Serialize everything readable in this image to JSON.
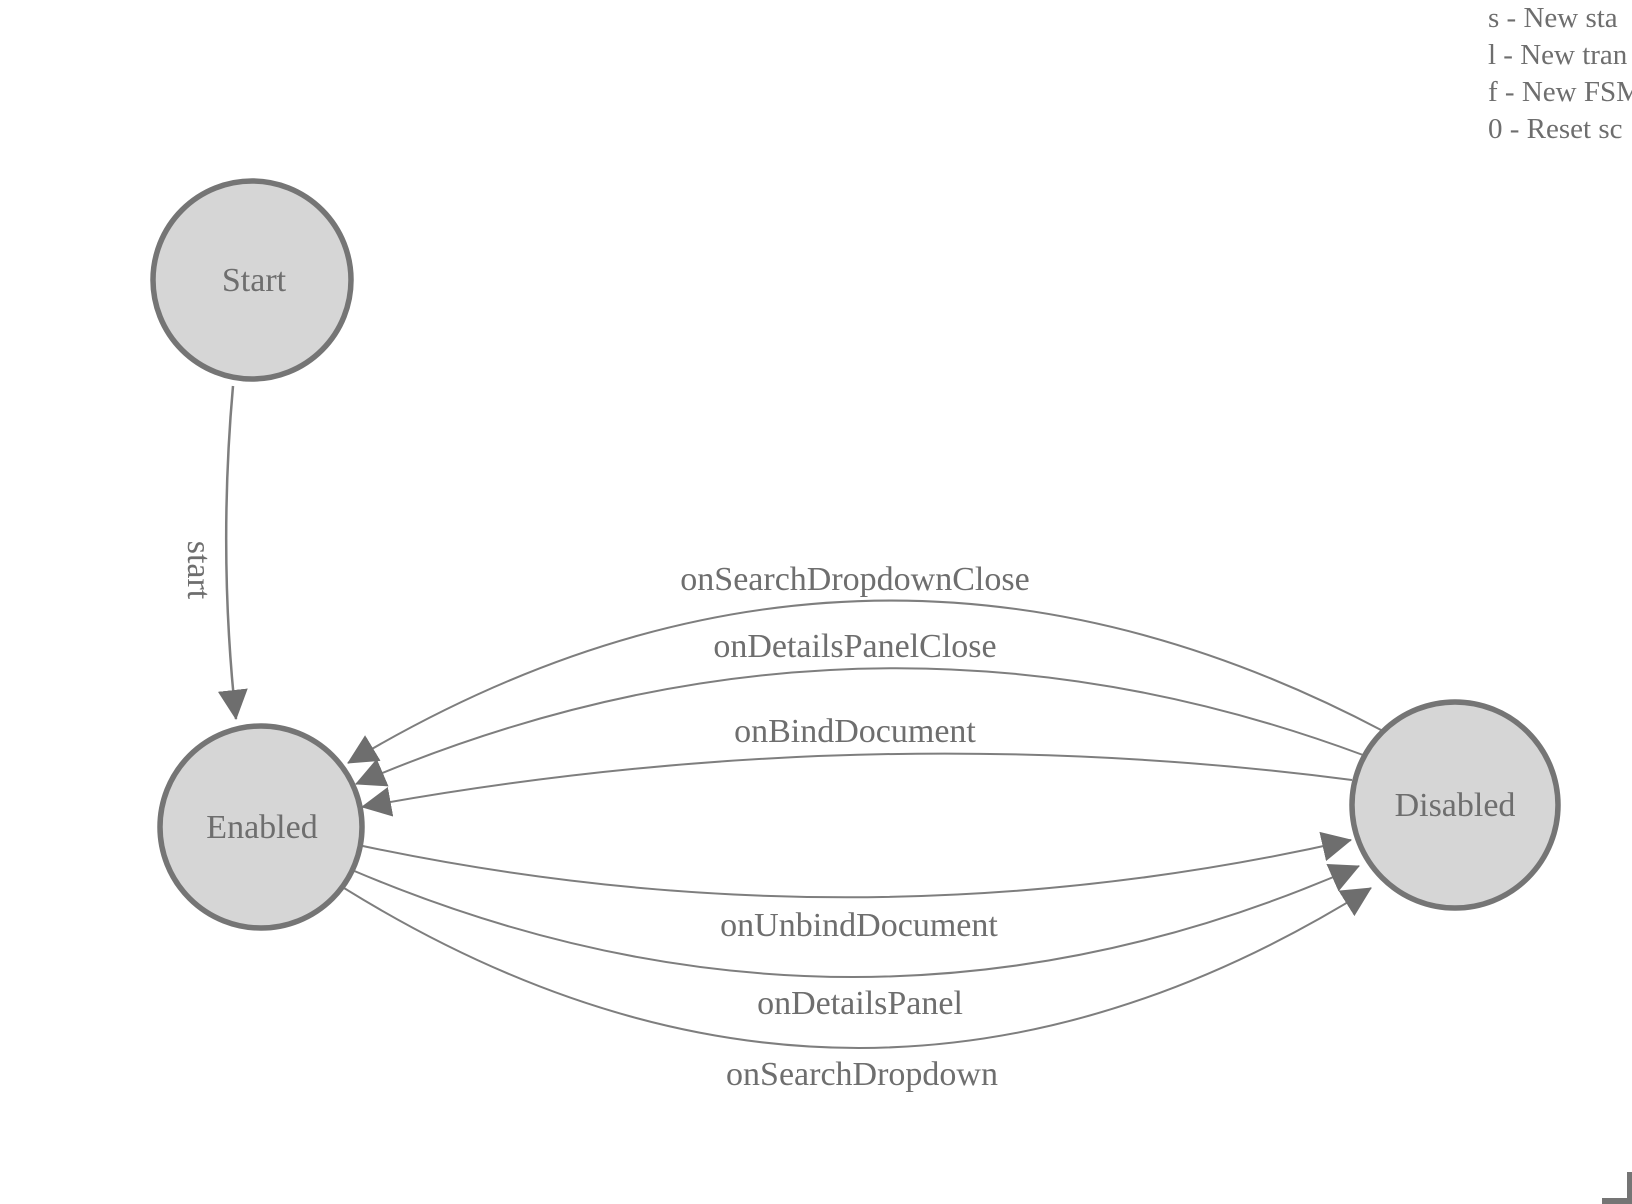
{
  "diagram": {
    "type": "finite-state-machine",
    "states": [
      {
        "label": "Start"
      },
      {
        "label": "Enabled"
      },
      {
        "label": "Disabled"
      }
    ],
    "transitions": [
      {
        "label": "start",
        "from": "Start",
        "to": "Enabled"
      },
      {
        "label": "onSearchDropdownClose",
        "from": "Disabled",
        "to": "Enabled"
      },
      {
        "label": "onDetailsPanelClose",
        "from": "Disabled",
        "to": "Enabled"
      },
      {
        "label": "onBindDocument",
        "from": "Disabled",
        "to": "Enabled"
      },
      {
        "label": "onUnbindDocument",
        "from": "Enabled",
        "to": "Disabled"
      },
      {
        "label": "onDetailsPanel",
        "from": "Enabled",
        "to": "Disabled"
      },
      {
        "label": "onSearchDropdown",
        "from": "Enabled",
        "to": "Disabled"
      }
    ],
    "colors": {
      "node_fill": "#d6d6d6",
      "node_stroke": "#757575",
      "edge_stroke": "#7e7e7e",
      "arrowhead": "#6e6e6e",
      "label_text": "#6e6e6e",
      "background": "#ffffff"
    }
  },
  "legend": {
    "items": [
      "s - New sta",
      "l - New tran",
      "f - New FSM",
      "0 - Reset sc"
    ]
  }
}
